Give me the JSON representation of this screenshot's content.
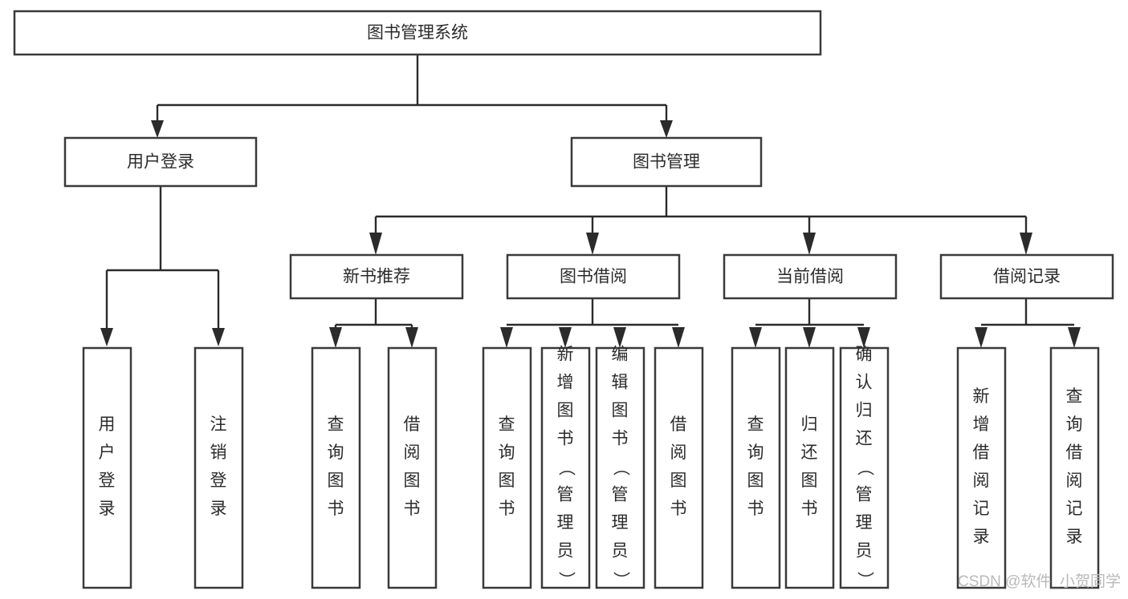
{
  "diagram": {
    "title": "图书管理系统",
    "type": "tree",
    "watermark": "CSDN @软件_小贺同学",
    "colors": {
      "box_stroke": "#3a3a3a",
      "connector": "#2b2b2b",
      "text": "#2b2b2b",
      "background": "#ffffff",
      "watermark": "#b9b9b9"
    },
    "nodes": {
      "root": {
        "label": "图书管理系统",
        "orientation": "horizontal"
      },
      "level2": [
        {
          "label": "用户登录",
          "orientation": "horizontal"
        },
        {
          "label": "图书管理",
          "orientation": "horizontal"
        }
      ],
      "level3": [
        {
          "label": "新书推荐",
          "orientation": "horizontal"
        },
        {
          "label": "图书借阅",
          "orientation": "horizontal"
        },
        {
          "label": "当前借阅",
          "orientation": "horizontal"
        },
        {
          "label": "借阅记录",
          "orientation": "horizontal"
        }
      ],
      "leaves": {
        "user_login": [
          {
            "label": "用户登录",
            "orientation": "vertical"
          },
          {
            "label": "注销登录",
            "orientation": "vertical"
          }
        ],
        "new_book_recommend": [
          {
            "label": "查询图书",
            "orientation": "vertical"
          },
          {
            "label": "借阅图书",
            "orientation": "vertical"
          }
        ],
        "book_borrow": [
          {
            "label": "查询图书",
            "orientation": "vertical"
          },
          {
            "label": "新增图书（管理员）",
            "orientation": "vertical"
          },
          {
            "label": "编辑图书（管理员）",
            "orientation": "vertical"
          },
          {
            "label": "借阅图书",
            "orientation": "vertical"
          }
        ],
        "current_borrow": [
          {
            "label": "查询图书",
            "orientation": "vertical"
          },
          {
            "label": "归还图书",
            "orientation": "vertical"
          },
          {
            "label": "确认归还（管理员）",
            "orientation": "vertical"
          }
        ],
        "borrow_record": [
          {
            "label": "新增借阅记录",
            "orientation": "vertical"
          },
          {
            "label": "查询借阅记录",
            "orientation": "vertical"
          }
        ]
      }
    }
  }
}
